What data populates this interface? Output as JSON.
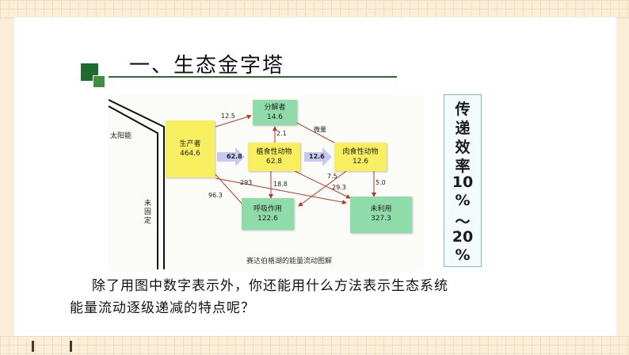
{
  "slide": {
    "title": "一、生态金字塔",
    "question_line1": "除了用图中数字表示外，你还能用什么方法表示生态系统",
    "question_line2": "能量流动逐级递减的特点呢？"
  },
  "efficiency_box": {
    "chars": [
      "传",
      "递",
      "效",
      "率",
      "10",
      "%",
      "～",
      "20",
      "%"
    ]
  },
  "diagram": {
    "caption": "赛达伯格湖的能量流动图解",
    "sun_label": "太阳能",
    "unfixed_label": "未固定",
    "nodes": {
      "producer": {
        "label": "生产者",
        "value": "464.6"
      },
      "herbivore": {
        "label": "植食性动物",
        "value": "62.8"
      },
      "carnivore": {
        "label": "肉食性动物",
        "value": "12.6"
      },
      "decomposer": {
        "label": "分解者",
        "value": "14.6"
      },
      "respiration": {
        "label": "呼吸作用",
        "value": "122.6"
      },
      "unused": {
        "label": "未利用",
        "value": "327.3"
      }
    },
    "flows": {
      "producer_to_decomposer": "12.5",
      "producer_to_herbivore": "62.8",
      "herbivore_to_carnivore": "12.6",
      "herbivore_to_decomposer": "2.1",
      "carnivore_to_decomposer": "微量",
      "producer_to_respiration": "96.3",
      "producer_to_unused": "293",
      "herbivore_to_respiration": "18.8",
      "herbivore_to_unused": "29.3",
      "carnivore_to_respiration": "7.5",
      "carnivore_to_unused": "5.0"
    }
  },
  "colors": {
    "producer": "#f7ef60",
    "decomposer": "#8fdcaa",
    "accent_green": "#1d6b2e"
  }
}
